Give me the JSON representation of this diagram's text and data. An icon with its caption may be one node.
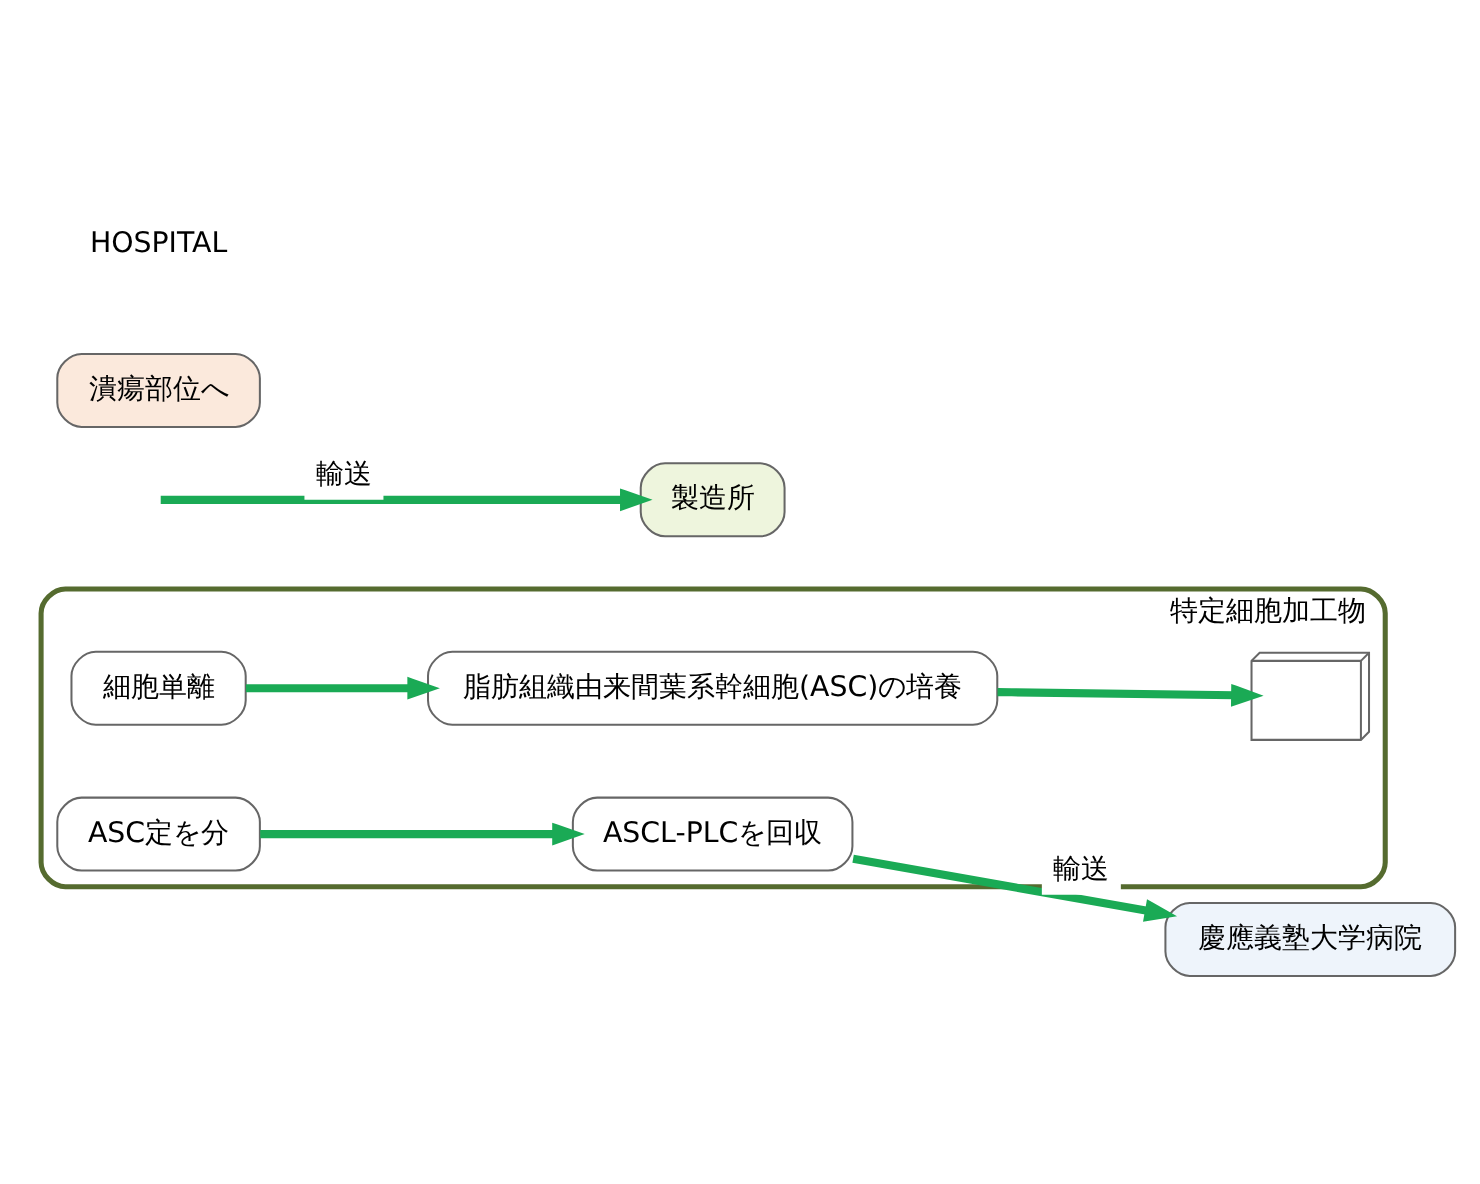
{
  "diagram": {
    "nodes": [
      {
        "text": [
          "特定細胞加工物"
        ]
      },
      {
        "text": [
          "細胞単離"
        ],
        "in": 0
      },
      {
        "text": [
          "脂肪組織由来間葉系幹細胞(ASC)の培養"
        ],
        "in": 0
      },
      {
        "text": [],
        "shape": "picture",
        "in": 0
      },
      {
        "text": [
          "ASC定を分"
        ],
        "in": 0
      },
      {
        "text": [
          "ASCL-PLCを回収"
        ],
        "in": 0
      },
      {
        "text": [
          "製造所"
        ]
      },
      {
        "text": [
          "慶應義塾大学病院"
        ]
      },
      {
        "text": [
          "潰瘍部位へ"
        ]
      }
    ],
    "edges": [
      {
        "from": null,
        "to": 6,
        "arrow": "to",
        "label": "輸送"
      },
      {
        "from": 1,
        "to": 2,
        "arrow": "to"
      },
      {
        "from": 2,
        "to": 3,
        "arrow": "to"
      },
      {
        "from": 4,
        "to": 5,
        "arrow": "to"
      },
      {
        "from": 5,
        "to": 7,
        "arrow": "to",
        "label": "輸送"
      }
    ],
    "labels": [
      "HOSPITAL"
    ]
  }
}
